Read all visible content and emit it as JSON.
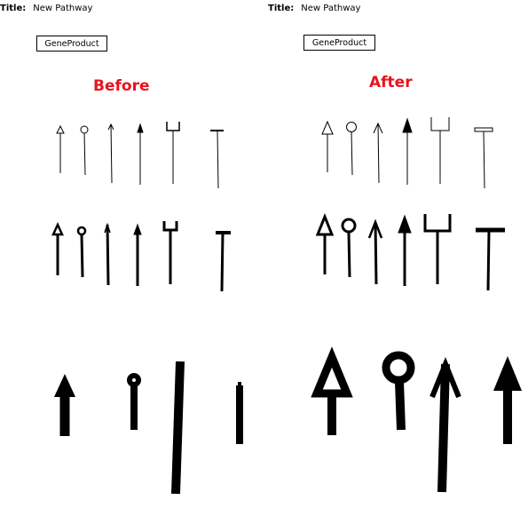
{
  "left_panel": {
    "title_label": "Title:",
    "title_value": "New Pathway",
    "gene_product_label": "GeneProduct",
    "heading": "Before"
  },
  "right_panel": {
    "title_label": "Title:",
    "title_value": "New Pathway",
    "gene_product_label": "GeneProduct",
    "heading": "After"
  },
  "colors": {
    "heading": "#e8131b",
    "stroke": "#000000"
  },
  "arrowhead_types": [
    "open-triangle",
    "circle",
    "line-arrow",
    "solid-arrow",
    "receptor-bracket",
    "t-bar"
  ]
}
